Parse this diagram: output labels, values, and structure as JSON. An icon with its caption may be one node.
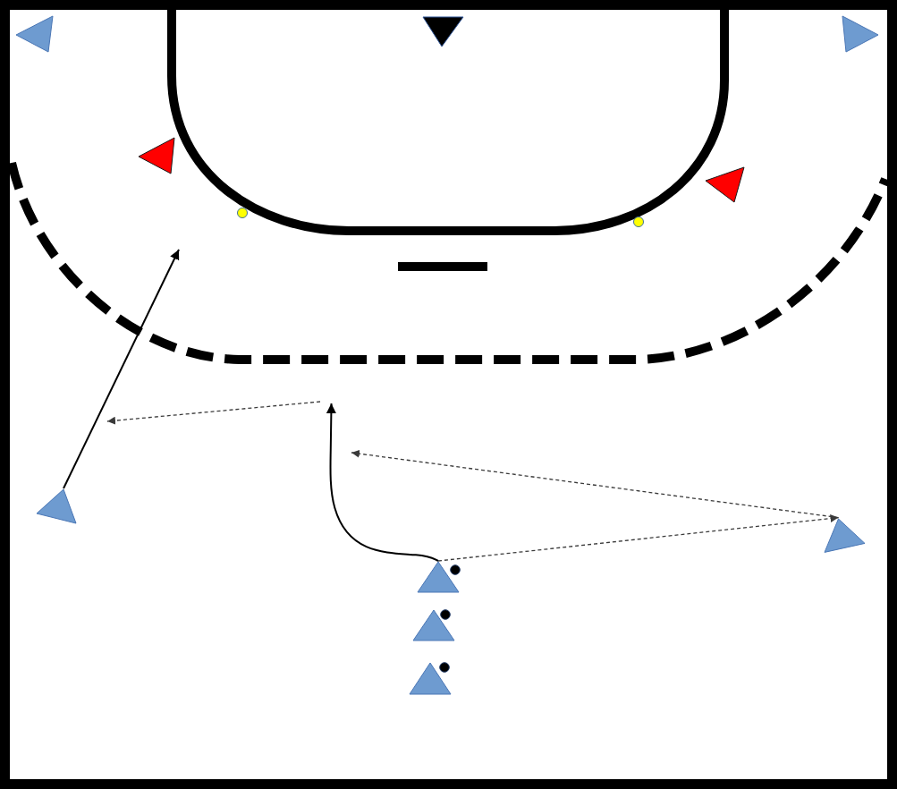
{
  "diagram": {
    "nodes": [
      {
        "text": [],
        "shape": "triangle"
      },
      {
        "text": [],
        "shape": "triangle"
      },
      {
        "text": [],
        "shape": "triangle"
      },
      {
        "text": [],
        "shape": "triangle"
      },
      {
        "text": [],
        "shape": "triangle"
      },
      {
        "text": [],
        "shape": "triangle"
      },
      {
        "text": [],
        "shape": "triangle"
      },
      {
        "text": [],
        "shape": "triangle"
      },
      {
        "text": [],
        "shape": "triangle"
      },
      {
        "text": [],
        "shape": "triangle"
      }
    ],
    "edges": [
      {
        "from": 5,
        "to": null,
        "arrow": "to"
      },
      {
        "from": 7,
        "to": null,
        "arrow": "to"
      },
      {
        "from": 7,
        "to": 6,
        "arrow": "to",
        "style": "dashed"
      },
      {
        "from": 6,
        "to": null,
        "arrow": "to",
        "style": "dashed"
      }
    ]
  }
}
